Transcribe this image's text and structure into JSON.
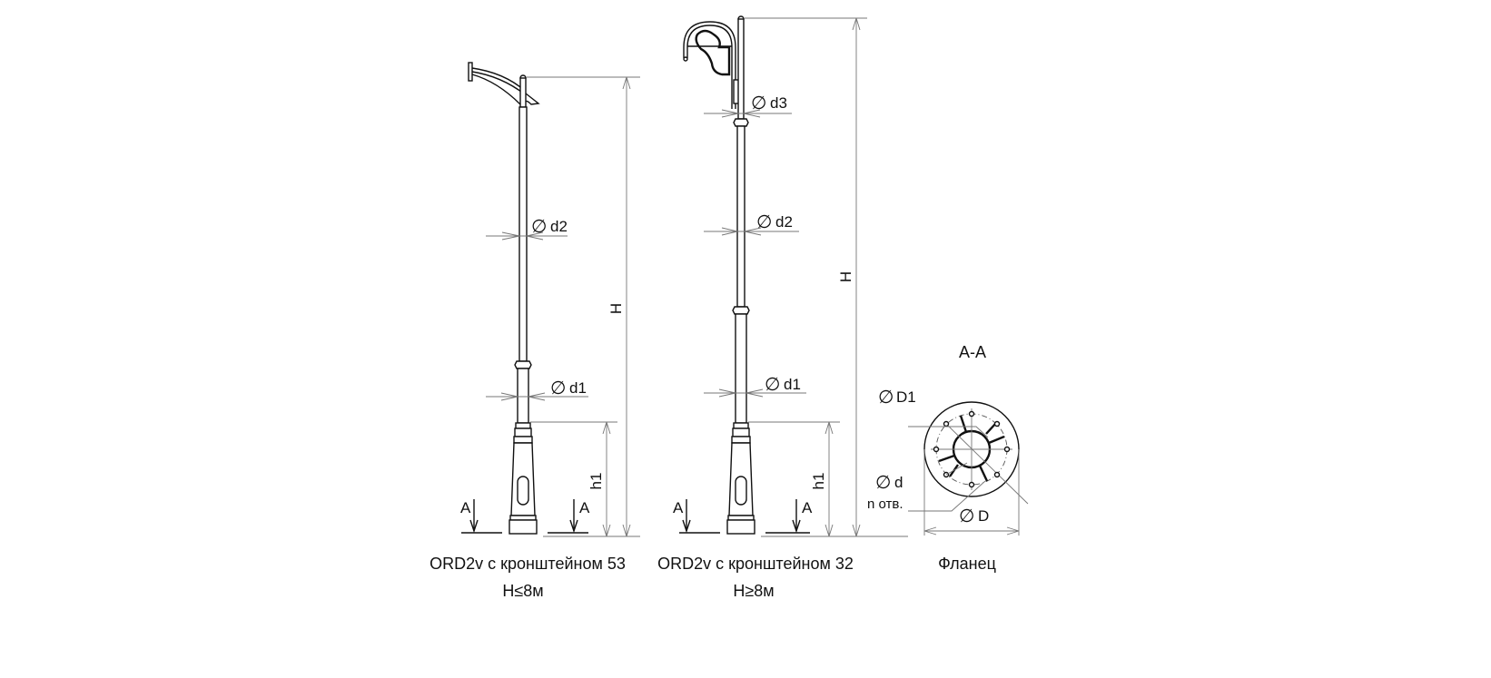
{
  "pole1": {
    "caption": "ORD2v  с кронштейном 53",
    "height_note": "H≤8м",
    "labels": {
      "d2": "d2",
      "d1": "d1",
      "H": "H",
      "h1": "h1",
      "section_left": "A",
      "section_right": "A"
    }
  },
  "pole2": {
    "caption": "ORD2v с кронштейном  32",
    "height_note": "H≥8м",
    "labels": {
      "d3": "d3",
      "d2": "d2",
      "d1": "d1",
      "H": "H",
      "h1": "h1",
      "section_left": "A",
      "section_right": "A"
    }
  },
  "flange": {
    "section_title": "A-A",
    "caption": "Фланец",
    "labels": {
      "D1": "D1",
      "d": "d",
      "holes": "n отв.",
      "D": "D"
    }
  },
  "symbols": {
    "diameter": "∅"
  }
}
